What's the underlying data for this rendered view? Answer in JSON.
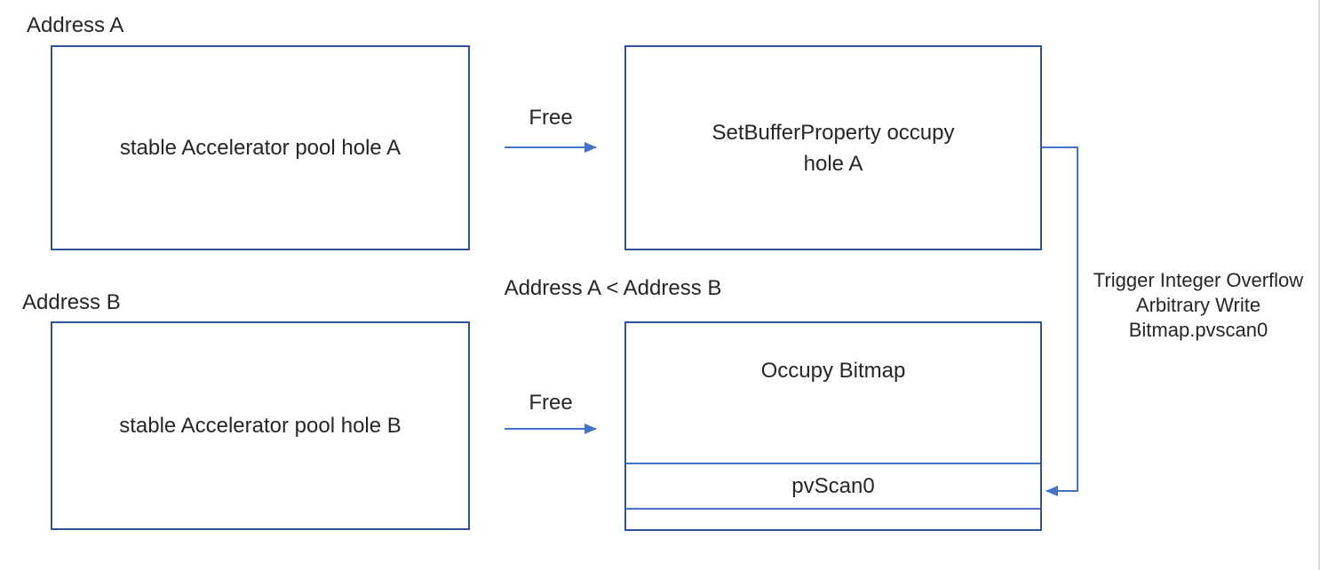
{
  "diagram": {
    "labels": {
      "address_a": "Address A",
      "address_b": "Address B",
      "address_comparison": "Address A < Address B",
      "free_top": "Free",
      "free_bottom": "Free"
    },
    "boxes": {
      "pool_hole_a": {
        "text": "stable Accelerator pool hole A"
      },
      "set_buffer_property": {
        "line1": "SetBufferProperty occupy",
        "line2": "hole A"
      },
      "pool_hole_b": {
        "text": "stable Accelerator pool hole B"
      },
      "bitmap": {
        "occupy": "Occupy Bitmap",
        "pvscan0": "pvScan0"
      }
    },
    "annotation": {
      "line1": "Trigger Integer Overflow",
      "line2": "Arbitrary Write",
      "line3": "Bitmap.pvscan0"
    },
    "arrows": {
      "free_top": "free-arrow",
      "free_bottom": "free-arrow",
      "overflow_connector": "connector-arrow-to-pvscan0"
    },
    "colors": {
      "box_border": "#2F5496",
      "connector": "#4472C4",
      "text": "#262626",
      "background": "#FFFFFF"
    }
  }
}
